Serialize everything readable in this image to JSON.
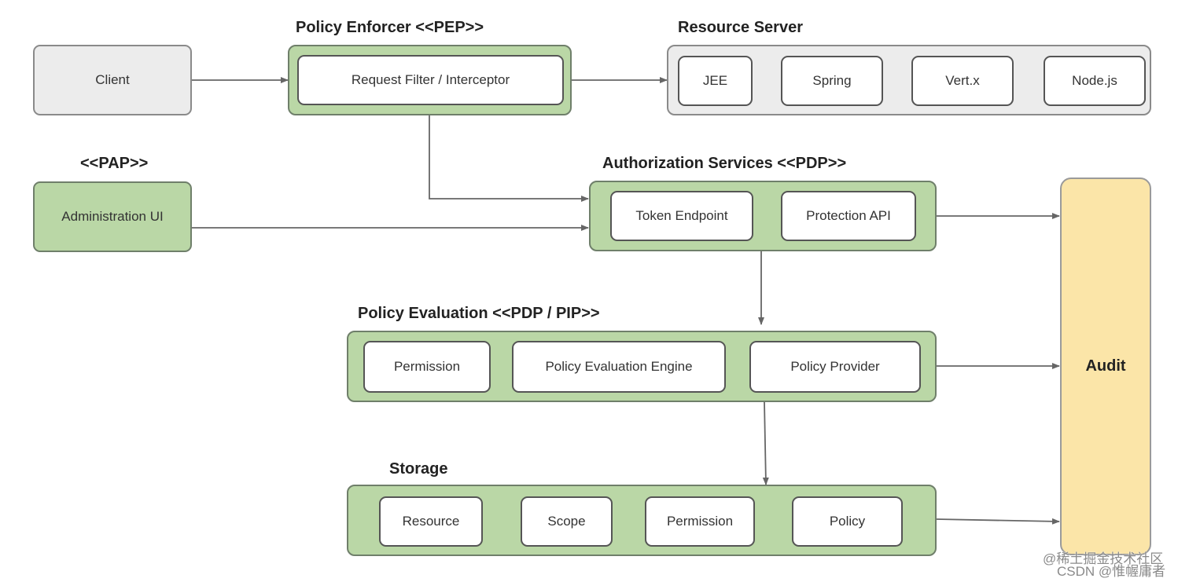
{
  "client": {
    "label": "Client"
  },
  "pep": {
    "title": "Policy Enforcer <<PEP>>",
    "filter_label": "Request Filter / Interceptor"
  },
  "resource_server": {
    "title": "Resource Server",
    "items": [
      "JEE",
      "Spring",
      "Vert.x",
      "Node.js"
    ]
  },
  "pap": {
    "title": "<<PAP>>",
    "admin_label": "Administration UI"
  },
  "authz": {
    "title": "Authorization Services <<PDP>>",
    "items": [
      "Token Endpoint",
      "Protection API"
    ]
  },
  "policy_eval": {
    "title": "Policy Evaluation <<PDP / PIP>>",
    "items": [
      "Permission",
      "Policy Evaluation Engine",
      "Policy Provider"
    ]
  },
  "storage": {
    "title": "Storage",
    "items": [
      "Resource",
      "Scope",
      "Permission",
      "Policy"
    ]
  },
  "audit": {
    "label": "Audit"
  },
  "watermark": {
    "line1": "@稀土掘金技术社区",
    "line2": "CSDN @惟幄庸者"
  },
  "colors": {
    "group_green": "#bad7a6",
    "group_gray": "#ececec",
    "audit_yellow": "#fbe5a8",
    "arrow": "#666666"
  }
}
